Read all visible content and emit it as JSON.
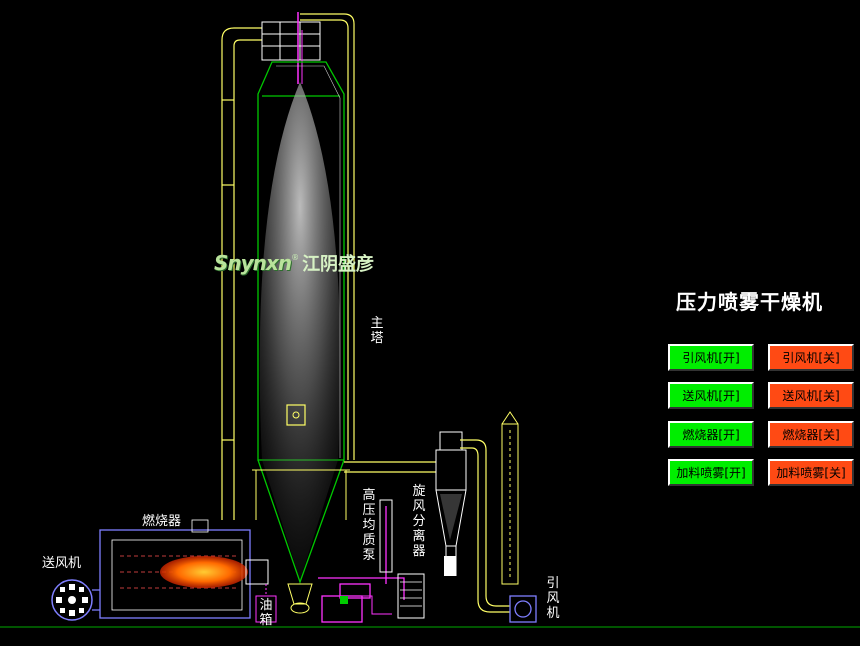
{
  "title": "压力喷雾干燥机",
  "logo": {
    "brand": "Snynxn",
    "registered": "®",
    "company": "江阴盛彦"
  },
  "labels": {
    "main_tower": "主塔",
    "burner": "燃烧器",
    "blower": "送风机",
    "oil_tank": "油箱",
    "hp_pump": "高压均质泵",
    "cyclone": "旋风分离器",
    "exhaust_fan": "引风机"
  },
  "controls": [
    {
      "on": "引风机[开]",
      "off": "引风机[关]"
    },
    {
      "on": "送风机[开]",
      "off": "送风机[关]"
    },
    {
      "on": "燃烧器[开]",
      "off": "燃烧器[关]"
    },
    {
      "on": "加料喷雾[开]",
      "off": "加料喷雾[关]"
    }
  ],
  "colors": {
    "on": "#00ee00",
    "off": "#ff4a14",
    "duct": "#ffff66",
    "vessel": "#00c800",
    "furnace": "#7f7fff",
    "pump": "#ff33ff",
    "ground": "#00aa00"
  }
}
